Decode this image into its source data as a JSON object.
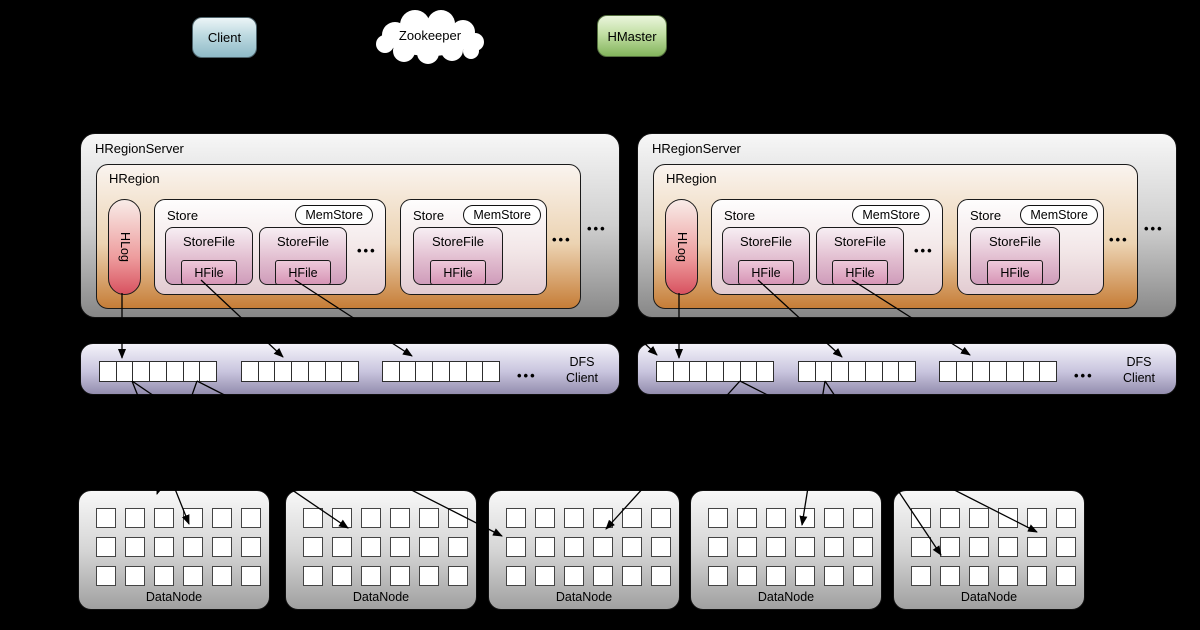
{
  "background": "#000000",
  "top_nodes": {
    "client": {
      "label": "Client"
    },
    "zookeeper": {
      "label": "Zookeeper"
    },
    "hmaster": {
      "label": "HMaster"
    }
  },
  "servers": [
    {
      "title": "HRegionServer",
      "dots": "•••",
      "region": {
        "title": "HRegion",
        "hlog_label": "HLog",
        "dots": "•••",
        "stores": [
          {
            "label": "Store",
            "memstore_label": "MemStore",
            "dots": "•••",
            "storefiles": [
              {
                "label": "StoreFile",
                "hfile_label": "HFile"
              },
              {
                "label": "StoreFile",
                "hfile_label": "HFile"
              }
            ]
          },
          {
            "label": "Store",
            "memstore_label": "MemStore",
            "storefiles": [
              {
                "label": "StoreFile",
                "hfile_label": "HFile"
              }
            ]
          }
        ]
      }
    },
    {
      "title": "HRegionServer",
      "dots": "•••",
      "region": {
        "title": "HRegion",
        "hlog_label": "HLog",
        "dots": "•••",
        "stores": [
          {
            "label": "Store",
            "memstore_label": "MemStore",
            "dots": "•••",
            "storefiles": [
              {
                "label": "StoreFile",
                "hfile_label": "HFile"
              },
              {
                "label": "StoreFile",
                "hfile_label": "HFile"
              }
            ]
          },
          {
            "label": "Store",
            "memstore_label": "MemStore",
            "storefiles": [
              {
                "label": "StoreFile",
                "hfile_label": "HFile"
              }
            ]
          }
        ]
      }
    }
  ],
  "dfs_bars": [
    {
      "line1": "DFS",
      "line2": "Client",
      "dots": "•••"
    },
    {
      "line1": "DFS",
      "line2": "Client",
      "dots": "•••"
    }
  ],
  "datanodes": [
    {
      "label": "DataNode"
    },
    {
      "label": "DataNode"
    },
    {
      "label": "DataNode"
    },
    {
      "label": "DataNode"
    },
    {
      "label": "DataNode"
    }
  ],
  "grid": {
    "dfs_strips_per_bar": 3,
    "dfs_cells_per_strip": 7,
    "datanode_rows": 3,
    "datanode_cols": 6
  },
  "colors": {
    "region_orange": "#c67d37",
    "hlog_red": "#d85260",
    "storefile_pink": "#cf9cba",
    "dfs_lavender": "#938dae",
    "client_blue": "#8fbac7",
    "hmaster_green": "#83b45c",
    "server_gray": "#878787",
    "line_black": "#000000"
  }
}
